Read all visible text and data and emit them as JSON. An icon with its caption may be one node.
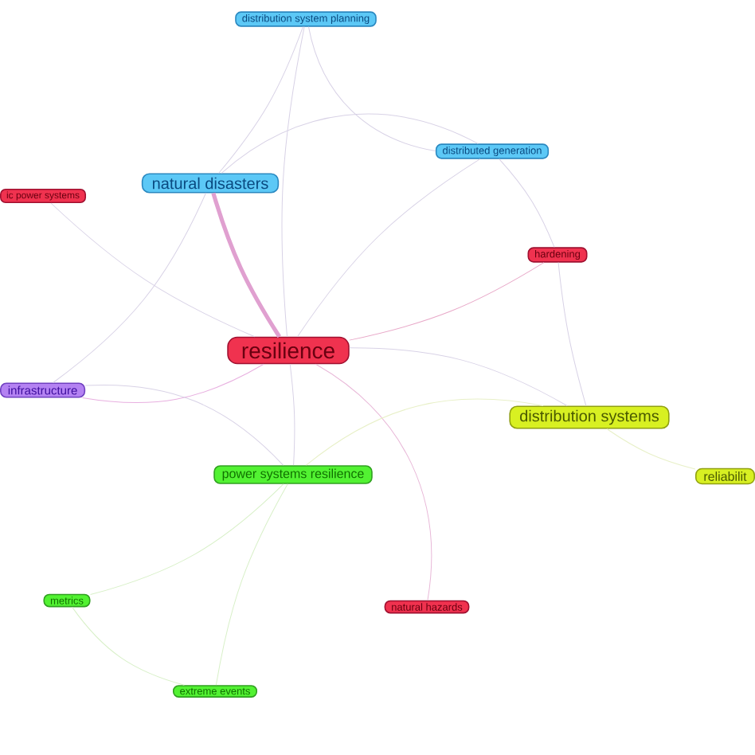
{
  "diagram": {
    "nodes": [
      {
        "text": [
          "distribution system planning"
        ]
      },
      {
        "text": [
          "natural disasters"
        ]
      },
      {
        "text": [
          "ic power systems"
        ]
      },
      {
        "text": [
          "distributed generation"
        ]
      },
      {
        "text": [
          "hardening"
        ]
      },
      {
        "text": [
          "resilience"
        ]
      },
      {
        "text": [
          "infrastructure"
        ]
      },
      {
        "text": [
          "distribution systems"
        ]
      },
      {
        "text": [
          "power systems resilience"
        ]
      },
      {
        "text": [
          "reliabilit"
        ]
      },
      {
        "text": [
          "metrics"
        ]
      },
      {
        "text": [
          "natural hazards"
        ]
      },
      {
        "text": [
          "extreme events"
        ]
      }
    ],
    "edges": [
      {
        "from": 0,
        "to": 1,
        "arrow": "none"
      },
      {
        "from": 0,
        "to": 5,
        "arrow": "none"
      },
      {
        "from": 0,
        "to": 3,
        "arrow": "none"
      },
      {
        "from": 1,
        "to": 3,
        "arrow": "none"
      },
      {
        "from": 1,
        "to": 5,
        "arrow": "none",
        "color": "#e0a0d0",
        "style": "thick"
      },
      {
        "from": 2,
        "to": 5,
        "arrow": "none"
      },
      {
        "from": 3,
        "to": 4,
        "arrow": "none"
      },
      {
        "from": 3,
        "to": 5,
        "arrow": "none"
      },
      {
        "from": 4,
        "to": 5,
        "arrow": "none",
        "color": "#e8a8c8"
      },
      {
        "from": 4,
        "to": 7,
        "arrow": "none"
      },
      {
        "from": 5,
        "to": 6,
        "arrow": "none",
        "color": "#e8b0e0"
      },
      {
        "from": 5,
        "to": 7,
        "arrow": "none"
      },
      {
        "from": 5,
        "to": 8,
        "arrow": "none"
      },
      {
        "from": 5,
        "to": 11,
        "arrow": "none",
        "color": "#e8b8d8"
      },
      {
        "from": 1,
        "to": 6,
        "arrow": "none"
      },
      {
        "from": 6,
        "to": 8,
        "arrow": "none"
      },
      {
        "from": 7,
        "to": 8,
        "arrow": "none",
        "color": "#e8f0c8"
      },
      {
        "from": 7,
        "to": 9,
        "arrow": "none",
        "color": "#e8f0c8"
      },
      {
        "from": 8,
        "to": 10,
        "arrow": "none",
        "color": "#d8f0c8"
      },
      {
        "from": 8,
        "to": 12,
        "arrow": "none",
        "color": "#d8f0c8"
      },
      {
        "from": 10,
        "to": 12,
        "arrow": "none",
        "color": "#d8f0c8"
      }
    ]
  }
}
